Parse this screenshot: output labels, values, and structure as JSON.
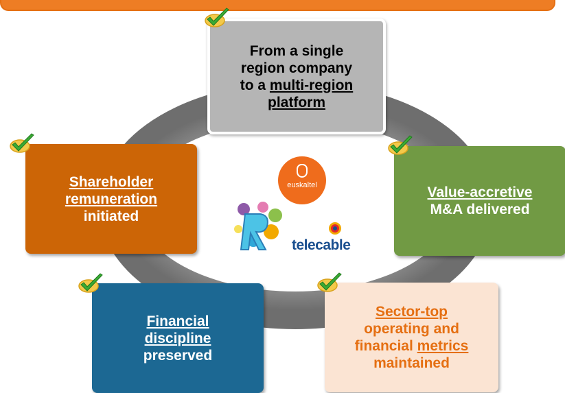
{
  "nodes": {
    "top": {
      "line1": "From a single",
      "line2": "region company",
      "line3_prefix": "to a ",
      "line3_link": "multi-region",
      "line4": "platform"
    },
    "left": {
      "line1": "Shareholder",
      "line2": "remuneration",
      "line3": "initiated"
    },
    "right": {
      "line1": "Value-accretive",
      "line2": "M&A delivered"
    },
    "bottom_left": {
      "line1": "Financial",
      "line2": "discipline",
      "line3": "preserved"
    },
    "bottom_right": {
      "line1": "Sector-top",
      "line2": "operating and",
      "line3_prefix": "financial ",
      "line3_link": "metrics",
      "line4": "maintained"
    }
  },
  "logos": {
    "euskaltel": "euskaltel",
    "telecable": "telecable"
  },
  "colors": {
    "banner": "#ee7d24",
    "ring": "#8a8a8a",
    "top_box": "#b5b5b5",
    "left_box": "#cc6506",
    "right_box": "#719a44",
    "bottom_left_box": "#1c6893",
    "bottom_right_box": "#fbe4d3",
    "bottom_right_text": "#e56f12",
    "check_green": "#3aaa35",
    "check_circle": "#f3c94a"
  },
  "icons": [
    "check-icon"
  ]
}
